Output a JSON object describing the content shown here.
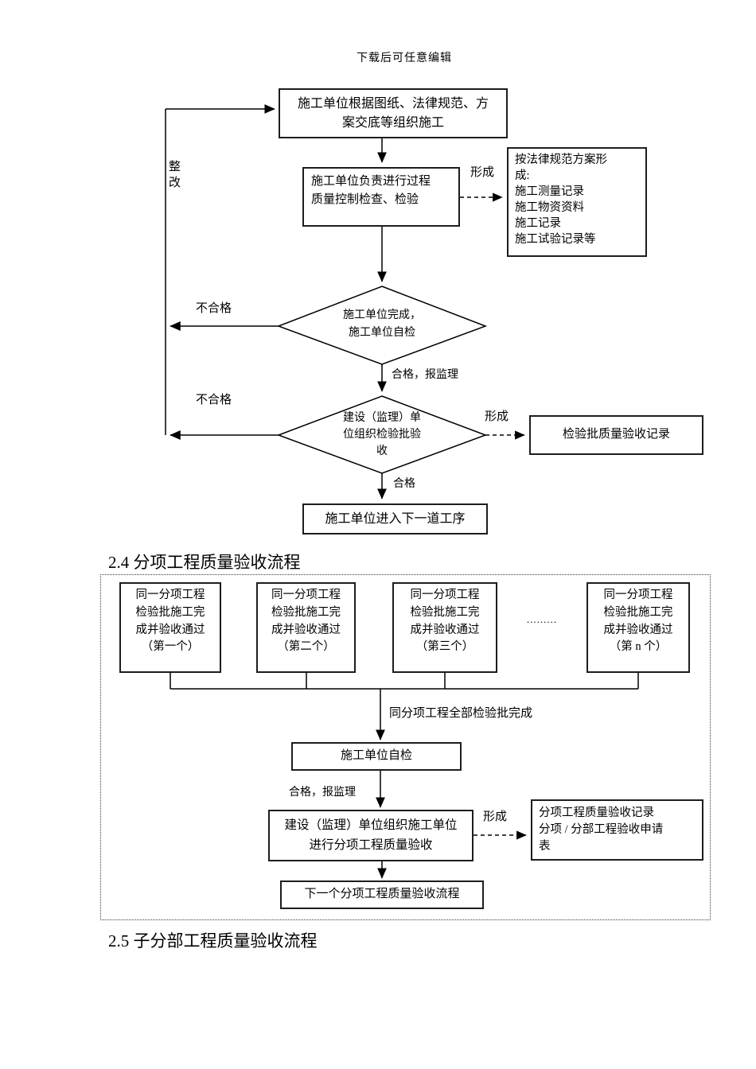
{
  "page": {
    "watermark": "下载后可任意编辑"
  },
  "flow1": {
    "start_box": "施工单位根据图纸、法律规范、方\n案交底等组织施工",
    "rework_label": "整\n改",
    "process_box": "施工单位负责进行过程\n质量控制检查、检验",
    "form_label_1": "形成",
    "records_box": "按法律规范方案形\n成:\n施工测量记录\n施工物资资料\n施工记录\n施工试验记录等",
    "fail_label_1": "不合格",
    "decision_self_check": "施工单位完成，\n施工单位自检",
    "pass_report_label": "合格，报监理",
    "fail_label_2": "不合格",
    "decision_acceptance": "建设（监理）单\n位组织检验批验\n收",
    "form_label_2": "形成",
    "record_box": "检验批质量验收记录",
    "pass_label": "合格",
    "next_step_box": "施工单位进入下一道工序"
  },
  "section_24": {
    "heading": "2.4 分项工程质量验收流程"
  },
  "flow2": {
    "batch_boxes": [
      "同一分项工程\n检验批施工完\n成并验收通过\n（第一个）",
      "同一分项工程\n检验批施工完\n成并验收通过\n（第二个）",
      "同一分项工程\n检验批施工完\n成并验收通过\n（第三个）",
      "同一分项工程\n检验批施工完\n成并验收通过\n（第 n 个）"
    ],
    "dots": ".........",
    "all_complete_label": "同分项工程全部检验批完成",
    "self_check_box": "施工单位自检",
    "pass_report_label": "合格，报监理",
    "acceptance_box": "建设（监理）单位组织施工单位\n进行分项工程质量验收",
    "form_label": "形成",
    "records_box": "分项工程质量验收记录\n分项 / 分部工程验收申请\n表",
    "next_flow_box": "下一个分项工程质量验收流程"
  },
  "section_25": {
    "heading": "2.5 子分部工程质量验收流程"
  },
  "colors": {
    "line": "#000000",
    "border": "#1d1d1d",
    "background": "#ffffff"
  }
}
